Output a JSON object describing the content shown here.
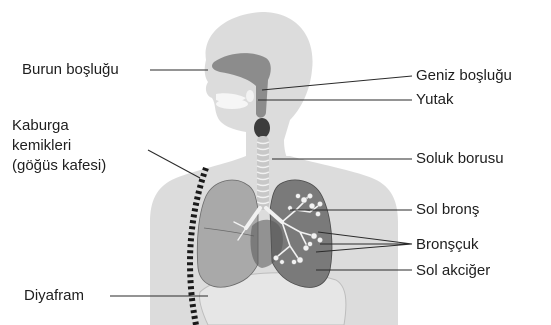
{
  "labels": {
    "burun_boslugu": "Burun boşluğu",
    "geniz_boslugu": "Geniz boşluğu",
    "yutak": "Yutak",
    "kaburga_line1": "Kaburga",
    "kaburga_line2": "kemikleri",
    "kaburga_line3": "(göğüs kafesi)",
    "soluk_borusu": "Soluk borusu",
    "sol_brons": "Sol bronş",
    "bronscuk": "Bronşçuk",
    "sol_akciger": "Sol akciğer",
    "diyafram": "Diyafram"
  },
  "colors": {
    "body_silhouette": "#dcdcdc",
    "airway": "#8c8c8c",
    "lung_right": "#a9a9a9",
    "lung_left": "#7a7a7a",
    "trachea_rings": "#f2f2f2",
    "diaphragm": "#e6e6e6",
    "ribs": "#1a1a1a",
    "leader_lines": "#2a2a2a",
    "text": "#1e1e1e"
  }
}
